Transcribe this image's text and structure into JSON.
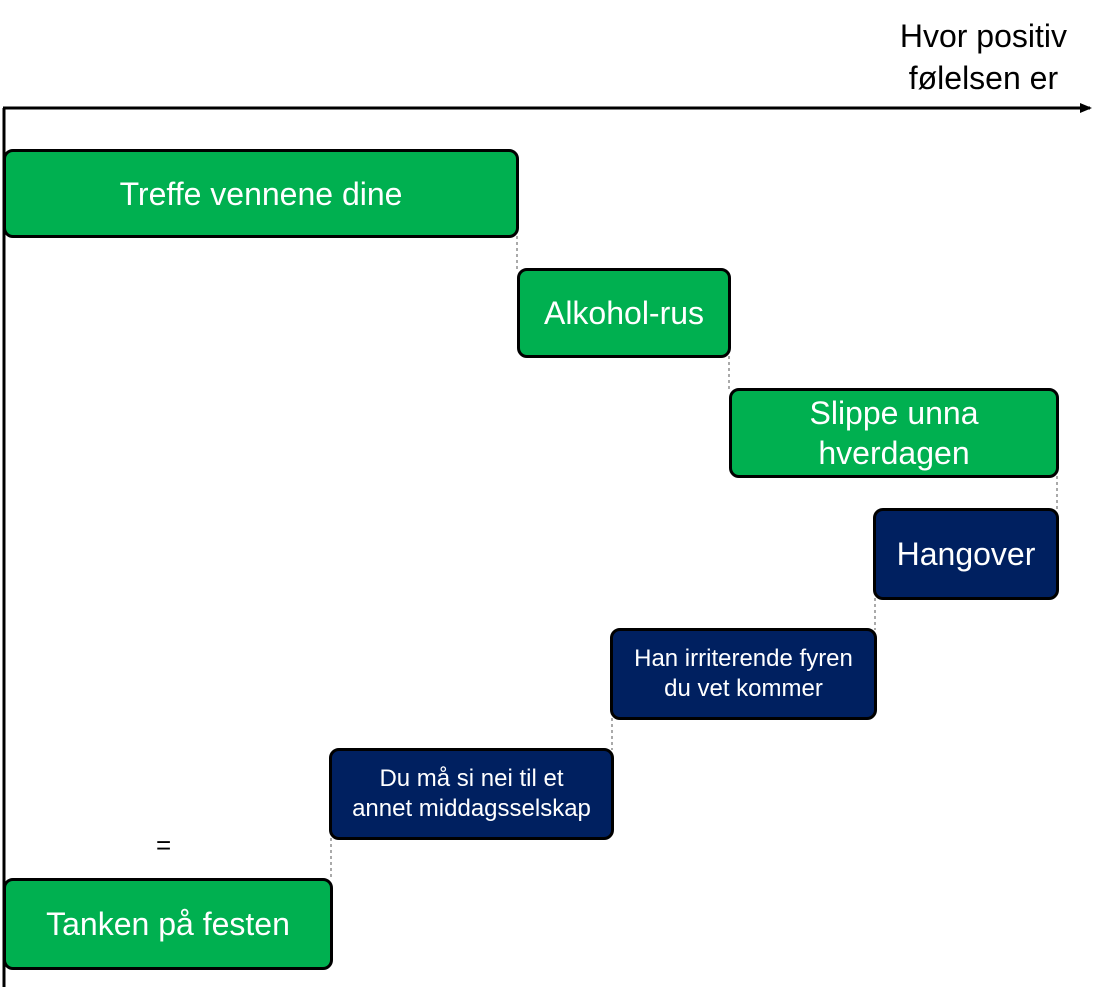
{
  "axis": {
    "label_line1": "Hvor positiv",
    "label_line2": "følelsen er"
  },
  "equals_sign": "=",
  "colors": {
    "positive": "#00b050",
    "negative": "#002060"
  },
  "steps": {
    "treffe": "Treffe vennene dine",
    "alkohol": "Alkohol-rus",
    "slippe_line1": "Slippe unna",
    "slippe_line2": "hverdagen",
    "hangover": "Hangover",
    "han_line1": "Han irriterende fyren",
    "han_line2": "du vet kommer",
    "du_line1": "Du må si nei til et",
    "du_line2": "annet middagsselskap",
    "tanken": "Tanken på festen"
  }
}
